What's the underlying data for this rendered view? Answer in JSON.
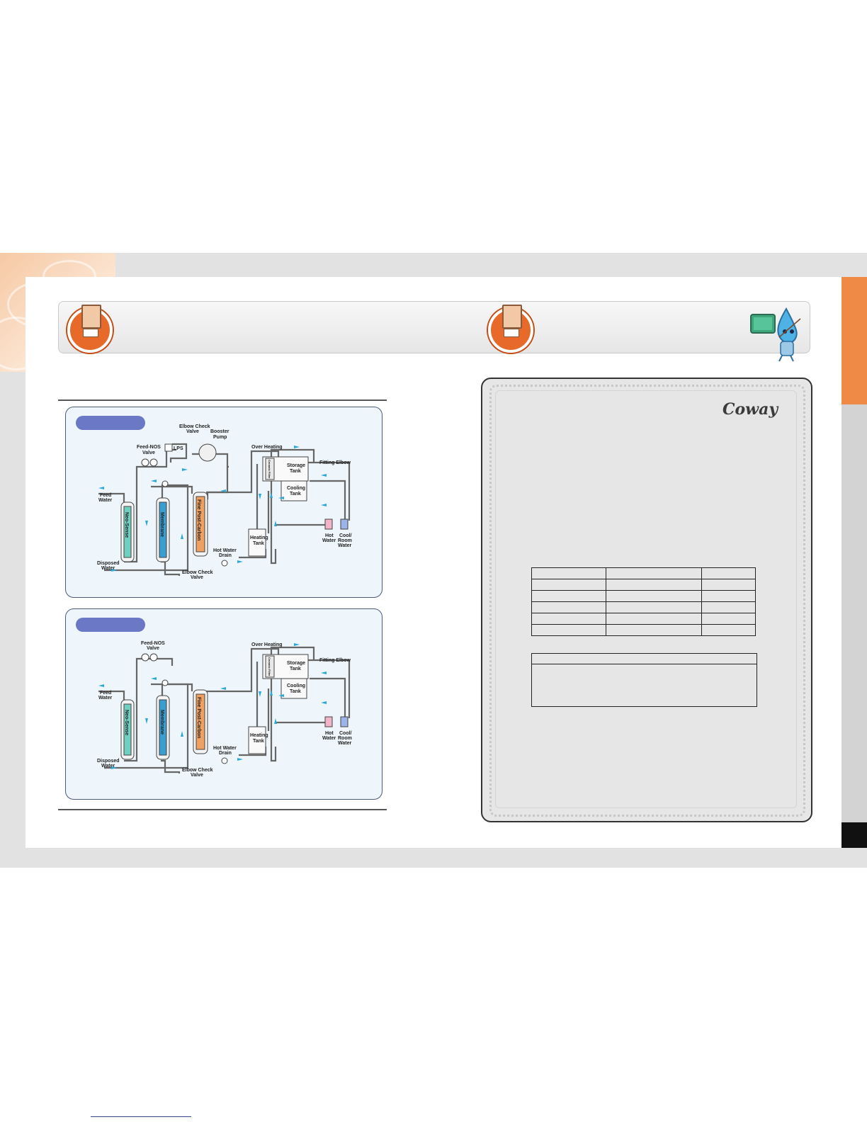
{
  "brand": "Coway",
  "colors": {
    "accent_orange": "#ee8a45",
    "panel_bg": "#eef6fb",
    "pill_blue": "#6b78c6",
    "flow_arrow": "#2aa8d8",
    "neo_sense": "#6fd0c0",
    "membrane": "#3a9fd0",
    "post_carbon": "#f0a060"
  },
  "diagram_top": {
    "labels": {
      "elbow_check_top": "Elbow Check",
      "elbow_check_top2": "Valve",
      "booster": "Booster",
      "booster2": "Pump",
      "lps": "LPS",
      "feed_nos": "Feed-NOS",
      "feed_nos2": "Valve",
      "over_heating": "Over Heating",
      "fitting_elbow": "Fitting Elbow",
      "storage": "Storage",
      "storage2": "Tank",
      "cooling": "Cooling",
      "cooling2": "Tank",
      "feed": "Feed",
      "feed2": "Water",
      "neo_sense": "Neo-Sense",
      "membrane": "Membrane",
      "post_carbon": "Fine Post-Carbon",
      "heating": "Heating",
      "heating2": "Tank",
      "hot": "Hot",
      "hot2": "Water",
      "cool": "Cool/",
      "cool2": "Room",
      "cool3": "Water",
      "hot_drain": "Hot Water",
      "hot_drain2": "Drain",
      "disposed": "Disposed",
      "disposed2": "Water",
      "elbow_check_bottom": "Elbow Check",
      "elbow_check_bottom2": "Valve",
      "ceramic": "Ceramic Filter"
    }
  },
  "diagram_bottom": {
    "labels": {
      "feed_nos": "Feed-NOS",
      "feed_nos2": "Valve",
      "over_heating": "Over Heating",
      "fitting_elbow": "Fitting Elbow",
      "storage": "Storage",
      "storage2": "Tank",
      "cooling": "Cooling",
      "cooling2": "Tank",
      "feed": "Feed",
      "feed2": "Water",
      "neo_sense": "Neo-Sense",
      "membrane": "Membrane",
      "post_carbon": "Fine Post-Carbon",
      "heating": "Heating",
      "heating2": "Tank",
      "hot": "Hot",
      "hot2": "Water",
      "cool": "Cool/",
      "cool2": "Room",
      "cool3": "Water",
      "hot_drain": "Hot Water",
      "hot_drain2": "Drain",
      "disposed": "Disposed",
      "disposed2": "Water",
      "elbow_check_bottom": "Elbow Check",
      "elbow_check_bottom2": "Valve",
      "ceramic": "Ceramic Filter"
    }
  }
}
